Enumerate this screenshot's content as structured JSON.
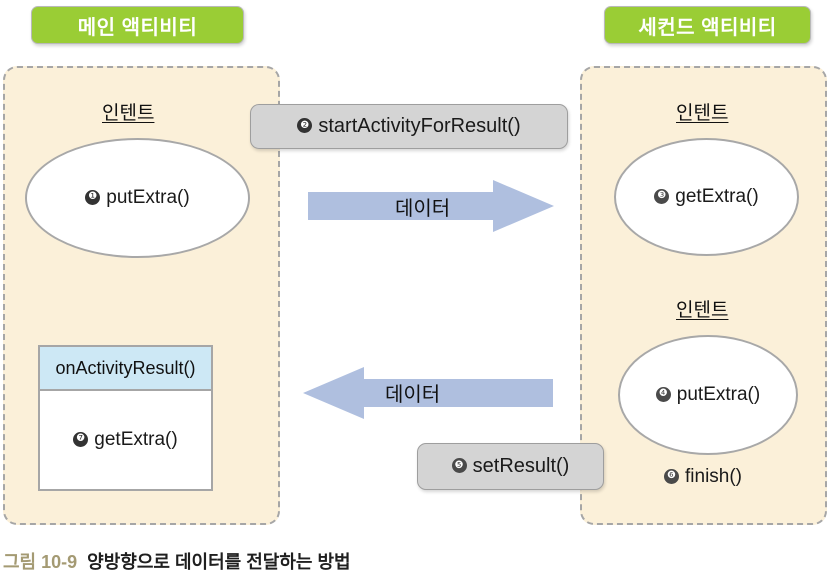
{
  "figure": {
    "caption_number": "그림 10-9",
    "caption_text": "양방향으로 데이터를 전달하는 방법"
  },
  "badges": {
    "main_activity": "메인 액티비티",
    "second_activity": "세컨드 액티비티"
  },
  "intent_labels": {
    "main": "인텐트",
    "second_top": "인텐트",
    "second_bottom": "인텐트"
  },
  "steps": {
    "step1": {
      "num": "❶",
      "label": "putExtra()"
    },
    "step2": {
      "num": "❷",
      "label": "startActivityForResult()"
    },
    "step3": {
      "num": "❸",
      "label": "getExtra()"
    },
    "step4": {
      "num": "❹",
      "label": "putExtra()"
    },
    "step5": {
      "num": "❺",
      "label": "setResult()"
    },
    "step6": {
      "num": "❻",
      "label": "finish()"
    },
    "step7": {
      "num": "❼",
      "label": "getExtra()"
    }
  },
  "callbacks": {
    "on_activity_result": "onActivityResult()"
  },
  "arrows": {
    "forward_label": "데이터",
    "back_label": "데이터"
  },
  "colors": {
    "badge_green": "#9ACD35",
    "panel_cream": "#FBF0D9",
    "panel_border": "#A6A6A6",
    "arrow_blue": "#AFBFDF",
    "method_gray": "#D4D4D4",
    "callback_blue": "#CDE8F5",
    "caption_olive": "#A49A73"
  }
}
